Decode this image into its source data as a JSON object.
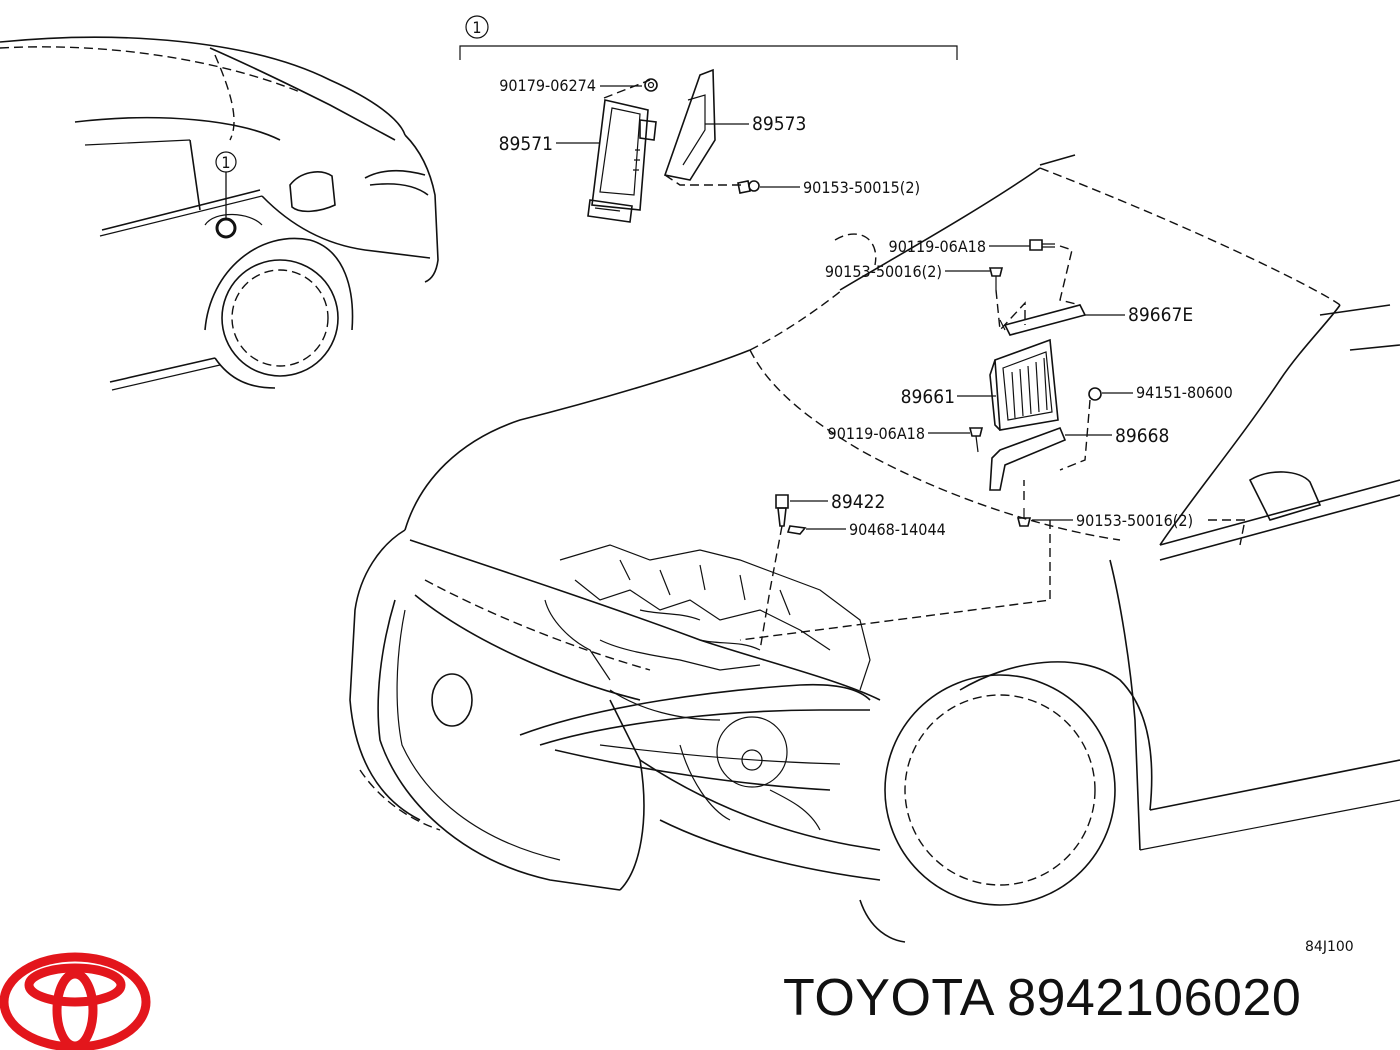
{
  "diagram": {
    "ref_number": "1",
    "callouts": {
      "p90179": "90179-06274",
      "p89571": "89571",
      "p89573": "89573",
      "p90153a": "90153-50015(2)",
      "p90119a": "90119-06A18",
      "p90153b": "90153-50016(2)",
      "p89667E": "89667E",
      "p89661": "89661",
      "p94151": "94151-80600",
      "p90119b": "90119-06A18",
      "p89668": "89668",
      "p89422": "89422",
      "p90468": "90468-14044",
      "p90153c": "90153-50016(2)"
    },
    "figure_code": "84J100"
  },
  "footer": {
    "brand": "TOYOTA",
    "part_number": "8942106020",
    "logo_color": "#e3161c"
  }
}
